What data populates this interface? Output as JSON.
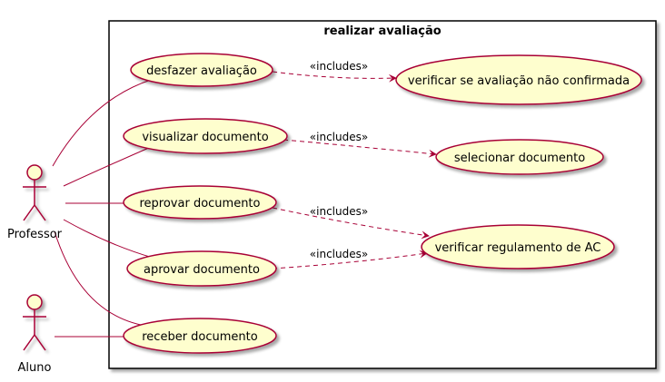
{
  "diagram": {
    "system_title": "realizar avaliação",
    "actors": {
      "professor": "Professor",
      "aluno": "Aluno"
    },
    "use_cases": {
      "desfazer": "desfazer avaliação",
      "verificar_confirmada": "verificar se avaliação não confirmada",
      "visualizar": "visualizar documento",
      "selecionar": "selecionar documento",
      "reprovar": "reprovar documento",
      "verificar_regulamento": "verificar regulamento de AC",
      "aprovar": "aprovar documento",
      "receber": "receber documento"
    },
    "relations": {
      "includes_label": "«includes»"
    },
    "colors": {
      "use_case_fill": "#fefece",
      "line": "#a80036",
      "boundary": "#000000"
    }
  }
}
